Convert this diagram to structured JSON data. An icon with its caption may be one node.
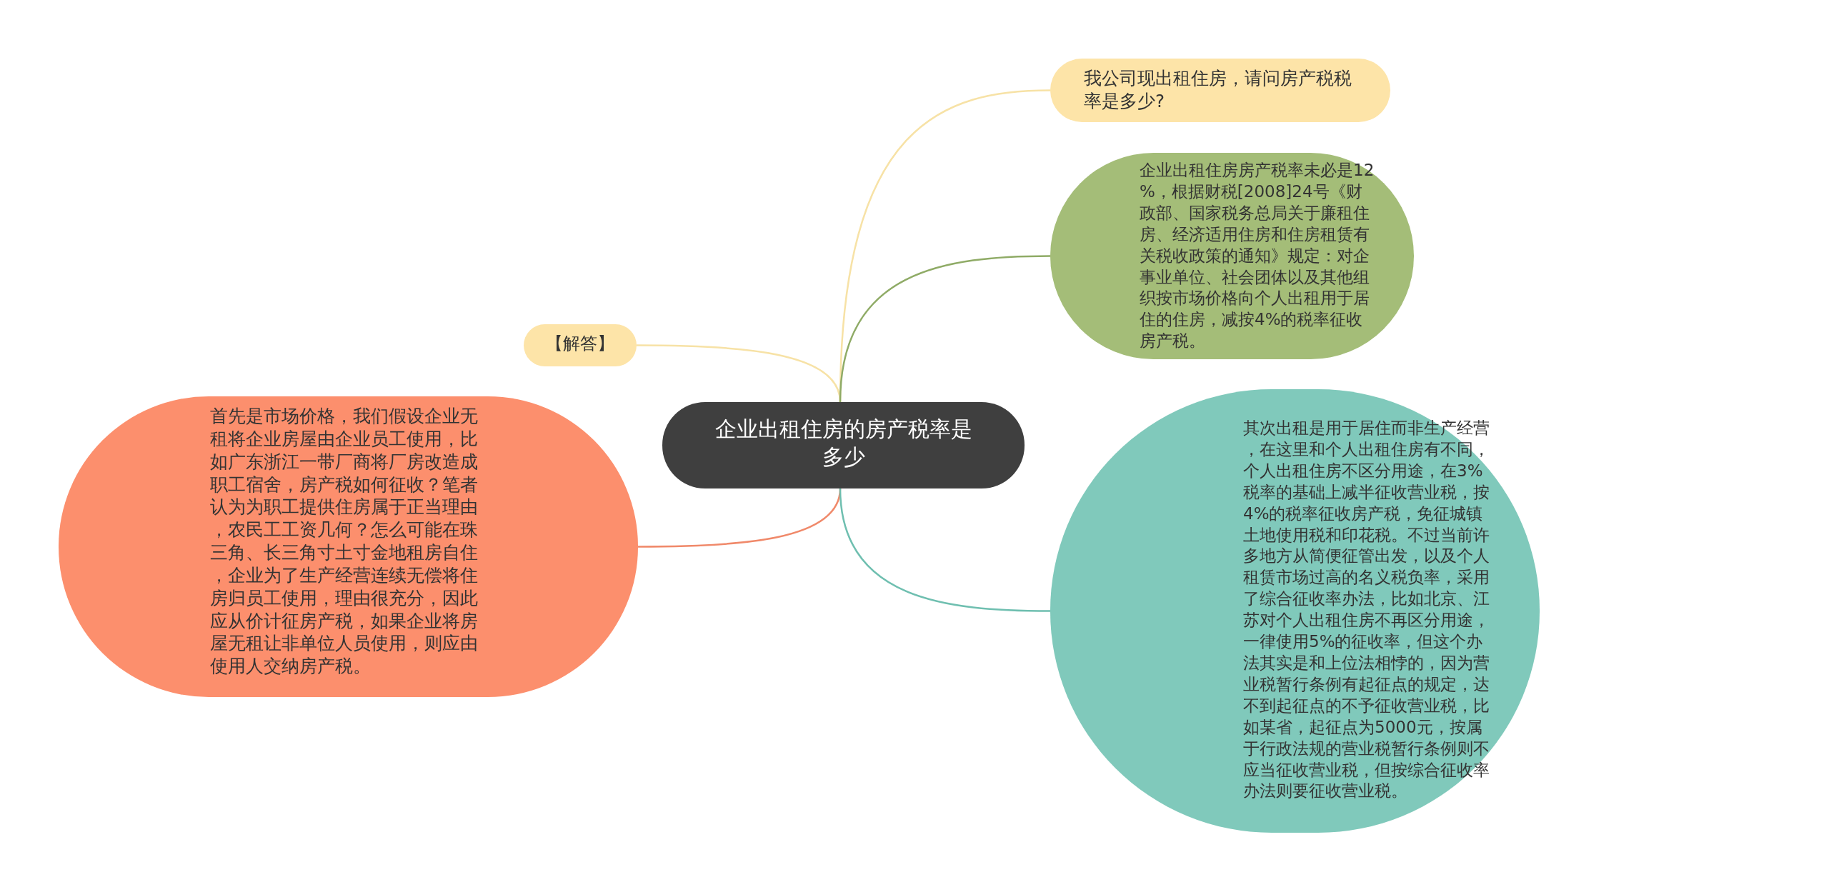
{
  "diagram": {
    "nodes": [
      {
        "text": [
          "企业出租住房的房产税率是多少"
        ]
      },
      {
        "text": [
          "【解答】"
        ]
      },
      {
        "text": [
          "首先是市场价格，我们假设企业无租将企业房屋由企业员工使用，比如广东浙江一带厂商将厂房改造成职工宿舍，房产税如何征收？笔者认为为职工提供住房属于正当理由，农民工工资几何？怎么可能在珠三角、长三角寸土寸金地租房自住，企业为了生产经营连续无偿将住房归员工使用，理由很充分，因此应从价计征房产税，如果企业将房屋无租让非单位人员使用，则应由使用人交纳房产税。"
        ]
      },
      {
        "text": [
          "我公司现出租住房，请问房产税税率是多少?"
        ]
      },
      {
        "text": [
          "企业出租住房房产税率未必是12%，根据财税[2008]24号《财政部、国家税务总局关于廉租住房、经济适用住房和住房租赁有关税收政策的通知》规定：对企事业单位、社会团体以及其他组织按市场价格向个人出租用于居住的住房，减按4%的税率征收房产税。"
        ]
      },
      {
        "text": [
          "其次出租是用于居住而非生产经营，在这里和个人出租住房有不同，个人出租住房不区分用途，在3%税率的基础上减半征收营业税，按4%的税率征收房产税，免征城镇土地使用税和印花税。不过当前许多地方从简便征管出发，以及个人租赁市场过高的名义税负率，采用了综合征收率办法，比如北京、江苏对个人出租住房不再区分用途，一律使用5%的征收率，但这个办法其实是和上位法相悖的，因为营业税暂行条例有起征点的规定，达不到起征点的不予征收营业税，比如某省，起征点为5000元，按属于行政法规的营业税暂行条例则不应当征收营业税，但按综合征收率办法则要征收营业税。"
        ]
      }
    ],
    "edges": [
      {
        "from": 0,
        "to": 1,
        "arrow": "none",
        "color": "#f7e2a6"
      },
      {
        "from": 0,
        "to": 2,
        "arrow": "none",
        "color": "#f0896a"
      },
      {
        "from": 0,
        "to": 3,
        "arrow": "none",
        "color": "#f7e2a6"
      },
      {
        "from": 0,
        "to": 4,
        "arrow": "none",
        "color": "#8fab66"
      },
      {
        "from": 0,
        "to": 5,
        "arrow": "none",
        "color": "#6fbfb0"
      }
    ]
  }
}
